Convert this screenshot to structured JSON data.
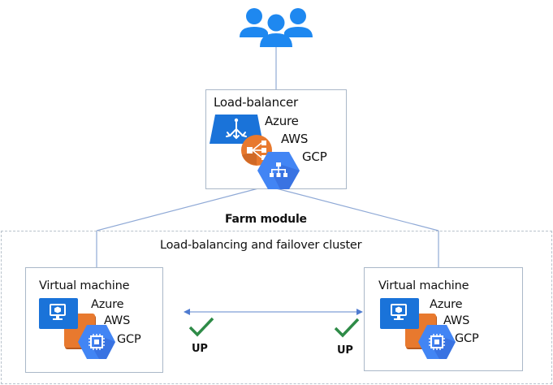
{
  "diagram": {
    "users": {
      "icon": "users-icon",
      "color": "#1e88f0"
    },
    "load_balancer": {
      "title": "Load-balancer",
      "providers": [
        {
          "name": "Azure",
          "icon": "azure-load-balancer-icon",
          "color": "#1a73d9"
        },
        {
          "name": "AWS",
          "icon": "aws-elb-icon",
          "color": "#e8792e"
        },
        {
          "name": "GCP",
          "icon": "gcp-load-balancing-icon",
          "color": "#4285f4"
        }
      ]
    },
    "farm": {
      "title": "Farm module",
      "cluster_label": "Load-balancing and failover cluster"
    },
    "vms": [
      {
        "title": "Virtual machine",
        "providers": [
          {
            "name": "Azure",
            "icon": "azure-vm-icon",
            "color": "#1a73d9"
          },
          {
            "name": "AWS",
            "icon": "aws-ec2-icon",
            "color": "#e8792e"
          },
          {
            "name": "GCP",
            "icon": "gcp-compute-engine-icon",
            "color": "#4285f4"
          }
        ],
        "status": "UP"
      },
      {
        "title": "Virtual machine",
        "providers": [
          {
            "name": "Azure",
            "icon": "azure-vm-icon",
            "color": "#1a73d9"
          },
          {
            "name": "AWS",
            "icon": "aws-ec2-icon",
            "color": "#e8792e"
          },
          {
            "name": "GCP",
            "icon": "gcp-compute-engine-icon",
            "color": "#4285f4"
          }
        ],
        "status": "UP"
      }
    ],
    "colors": {
      "connector": "#8fa9d6",
      "check": "#2e8b47",
      "arrow": "#4f7bd0"
    }
  }
}
